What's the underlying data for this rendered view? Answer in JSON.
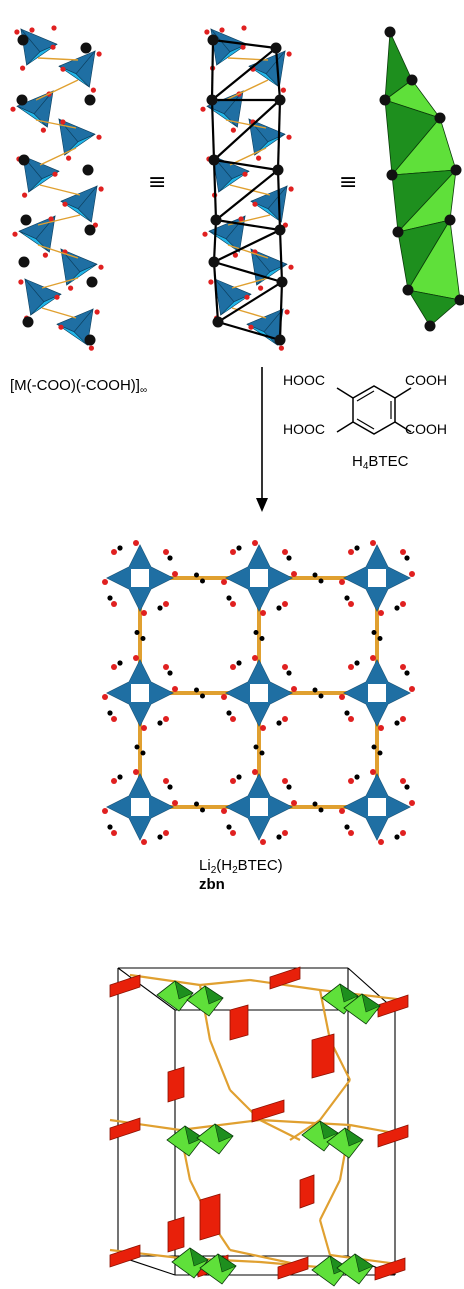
{
  "top_left_label_main": "[M(-COO)(-COOH)]",
  "top_left_label_sub": "∞",
  "equiv_symbol": "≡",
  "ligand": {
    "hooc_top_left": "HOOC",
    "cooh_top_right": "COOH",
    "hooc_bottom_left": "HOOC",
    "cooh_bottom_right": "COOH",
    "name_prefix": "H",
    "name_sub": "4",
    "name_suffix": "BTEC"
  },
  "product_formula": {
    "prefix": "Li",
    "sub1": "2",
    "mid": "(H",
    "sub2": "2",
    "suffix": "BTEC)"
  },
  "net_name": "zbn",
  "colors": {
    "tetra_dark": "#1f6fa3",
    "tetra_light": "#22b6e8",
    "green_dark": "#1e8f1e",
    "green_light": "#5fe03a",
    "oxygen": "#e02020",
    "carbon": "#111111",
    "linker": "#e0a030",
    "red_face": "#e8200a"
  }
}
